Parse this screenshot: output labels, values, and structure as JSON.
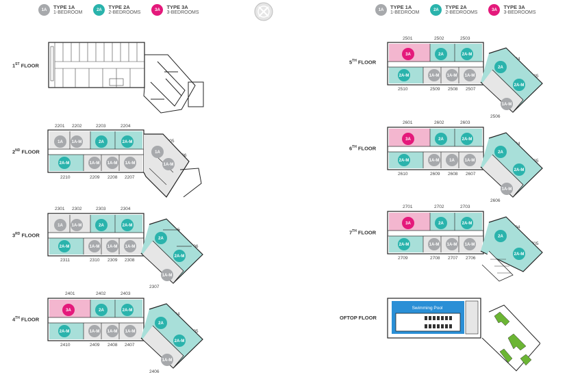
{
  "legend_left": [
    {
      "badge": "1A",
      "name": "TYPE 1A",
      "sub": "1-BEDROOM",
      "color": "#a7a9ac"
    },
    {
      "badge": "2A",
      "name": "TYPE 2A",
      "sub": "2-BEDROOMS",
      "color": "#2ab3ac"
    },
    {
      "badge": "3A",
      "name": "TYPE 3A",
      "sub": "3-BEDROOMS",
      "color": "#e4197b"
    }
  ],
  "legend_right": [
    {
      "badge": "1A",
      "name": "TYPE 1A",
      "sub": "1-BEDROOM",
      "color": "#a7a9ac"
    },
    {
      "badge": "2A",
      "name": "TYPE 2A",
      "sub": "2-BEDROOMS",
      "color": "#2ab3ac"
    },
    {
      "badge": "3A",
      "name": "TYPE 3A",
      "sub": "3-BEDROOMS",
      "color": "#e4197b"
    }
  ],
  "floors": {
    "f1": {
      "label": "1",
      "sup": "ST",
      "suffix": " FLOOR"
    },
    "f2": {
      "label": "2",
      "sup": "ND",
      "suffix": " FLOOR",
      "top": [
        "2201",
        "2202",
        "2203",
        "2204"
      ],
      "bottom": [
        "2210",
        "2209",
        "2208",
        "2207"
      ],
      "wing": [
        "2205",
        "2206"
      ],
      "badges": [
        "1A",
        "1A-M",
        "2A",
        "2A-M",
        "2A-M",
        "1A-M",
        "1A-M",
        "1A-M",
        "1A",
        "1A-M"
      ]
    },
    "f3": {
      "label": "3",
      "sup": "RD",
      "suffix": " FLOOR",
      "top": [
        "2301",
        "2302",
        "2303",
        "2304"
      ],
      "bottom": [
        "2311",
        "2310",
        "2309",
        "2308"
      ],
      "wing": [
        "2305",
        "2306",
        "2307"
      ],
      "badges": [
        "1A",
        "1A-M",
        "2A",
        "2A-M",
        "2A-M",
        "1A-M",
        "1A-M",
        "1A-M",
        "2A",
        "2A-M",
        "1A-M"
      ]
    },
    "f4": {
      "label": "4",
      "sup": "TH",
      "suffix": " FLOOR",
      "top": [
        "2401",
        "2402",
        "2403"
      ],
      "bottom": [
        "2410",
        "2409",
        "2408",
        "2407"
      ],
      "wing": [
        "2404",
        "2405",
        "2406"
      ],
      "badges": [
        "3A",
        "2A",
        "2A-M",
        "2A-M",
        "1A-M",
        "1A-M",
        "1A-M",
        "2A",
        "2A-M",
        "1A-M"
      ]
    },
    "f5": {
      "label": "5",
      "sup": "TH",
      "suffix": " FLOOR",
      "top": [
        "2501",
        "2502",
        "2503"
      ],
      "bottom": [
        "2510",
        "2509",
        "2508",
        "2507"
      ],
      "wing": [
        "2504",
        "2505",
        "2506"
      ],
      "badges": [
        "3A",
        "2A",
        "2A-M",
        "2A-M",
        "1A-M",
        "1A-M",
        "1A-M",
        "2A",
        "2A-M",
        "1A-M"
      ]
    },
    "f6": {
      "label": "6",
      "sup": "TH",
      "suffix": " FLOOR",
      "top": [
        "2601",
        "2602",
        "2603"
      ],
      "bottom": [
        "2610",
        "2609",
        "2608",
        "2607"
      ],
      "wing": [
        "2604",
        "2605",
        "2606"
      ],
      "badges": [
        "3A",
        "2A",
        "2A-M",
        "2A-M",
        "1A-M",
        "1A",
        "1A-M",
        "2A",
        "2A-M",
        "1A-M"
      ]
    },
    "f7": {
      "label": "7",
      "sup": "TH",
      "suffix": " FLOOR",
      "top": [
        "2701",
        "2702",
        "2703"
      ],
      "bottom": [
        "2709",
        "2708",
        "2707",
        "2706"
      ],
      "wing": [
        "2704",
        "2705"
      ],
      "badges": [
        "3A",
        "2A",
        "2A-M",
        "2A-M",
        "1A-M",
        "1A-M",
        "1A-M",
        "2A",
        "2A-M"
      ]
    },
    "roof": {
      "label": "OFTOP FLOOR",
      "pool": "Swimming Pool"
    }
  },
  "colors": {
    "t1": "#a7a9ac",
    "t2": "#2ab3ac",
    "t3": "#e4197b",
    "t2bg": "#a8dfd9",
    "t3bg": "#f3b6cf",
    "pool": "#2a8fd6",
    "green": "#6bb534"
  }
}
